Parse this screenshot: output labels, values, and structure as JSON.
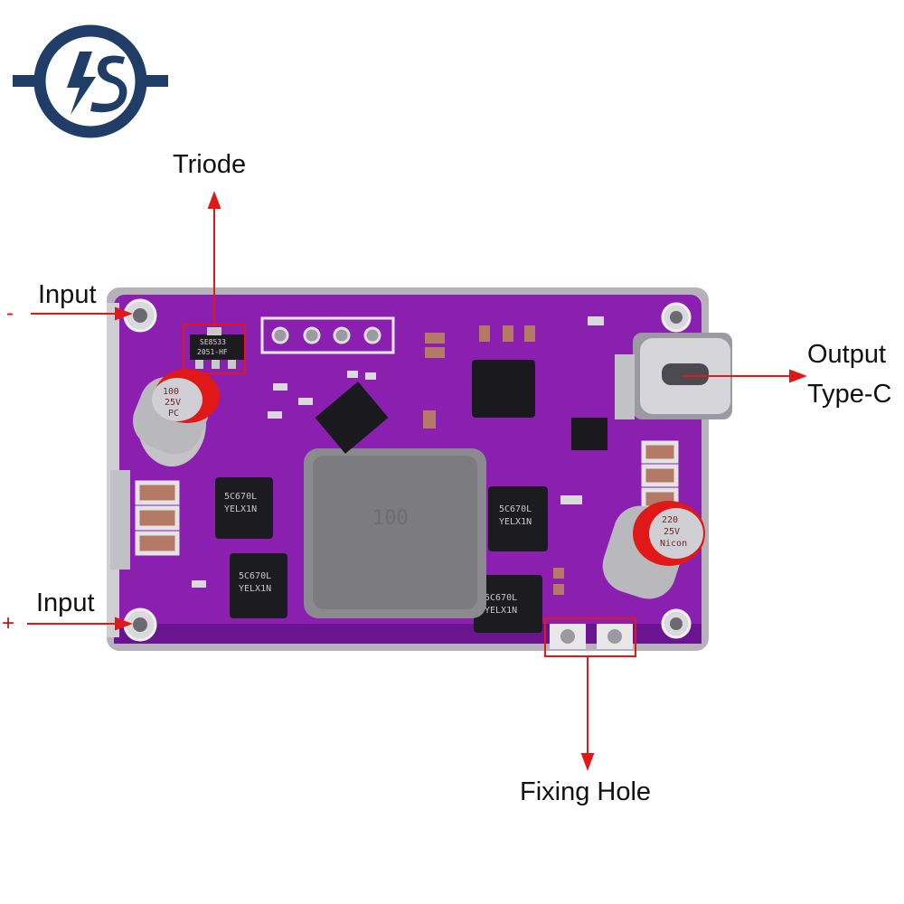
{
  "labels": {
    "triode": "Triode",
    "input_negative": "Input",
    "input_positive": "Input",
    "output_line1": "Output",
    "output_line2": "Type-C",
    "fixing_hole": "Fixing Hole"
  },
  "signs": {
    "negative": "-",
    "positive": "+"
  },
  "chip_markings": {
    "triode_chip": [
      "SE8533",
      "2051-HF"
    ],
    "mosfet": [
      "5C670L",
      "YELX1N"
    ],
    "inductor": "100"
  },
  "capacitor_markings": {
    "left": [
      "100",
      "25V",
      "PC"
    ],
    "right": [
      "220",
      "25V",
      "Nicon"
    ]
  },
  "colors": {
    "pcb": "#8a1fb0",
    "annotation": "#e01818",
    "brand": "#1f3d66"
  },
  "icons": {
    "logo": "brand-logo-icon"
  }
}
